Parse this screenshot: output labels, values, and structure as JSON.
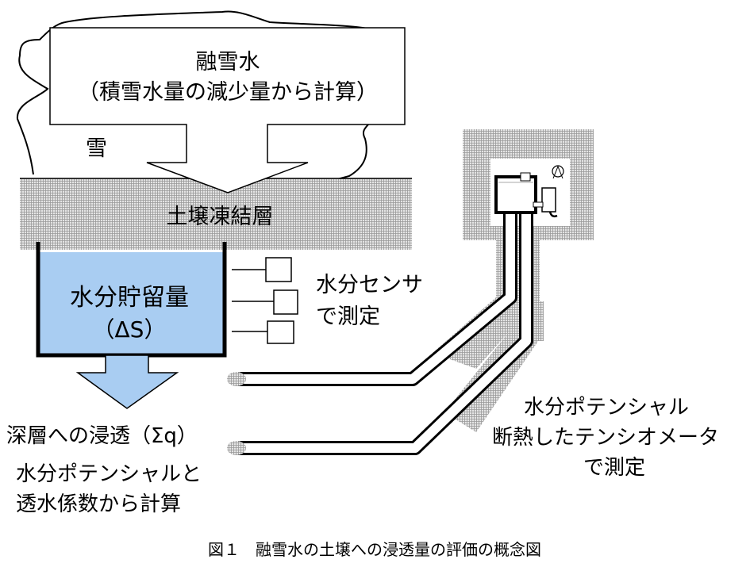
{
  "melt_box": {
    "title": "融雪水",
    "subtitle": "（積雪水量の減少量から計算）"
  },
  "snow_label": "雪",
  "frozen_layer_label": "土壌凍結層",
  "storage": {
    "title": "水分貯留量",
    "symbol": "（ΔS）"
  },
  "sensor_text": {
    "line1": "水分センサ",
    "line2": "で測定"
  },
  "percolation": {
    "line1": "深層への浸透（Σq）",
    "line2": "水分ポテンシャルと",
    "line3": "透水係数から計算"
  },
  "tensiometer_text": {
    "line1": "水分ポテンシャル",
    "line2": "断熱したテンシオメータ",
    "line3": "で測定"
  },
  "caption": "図１　融雪水の土壌への浸透量の評価の概念図",
  "colors": {
    "water": "#a9cdf2",
    "hatch": "#9a9a9a"
  }
}
